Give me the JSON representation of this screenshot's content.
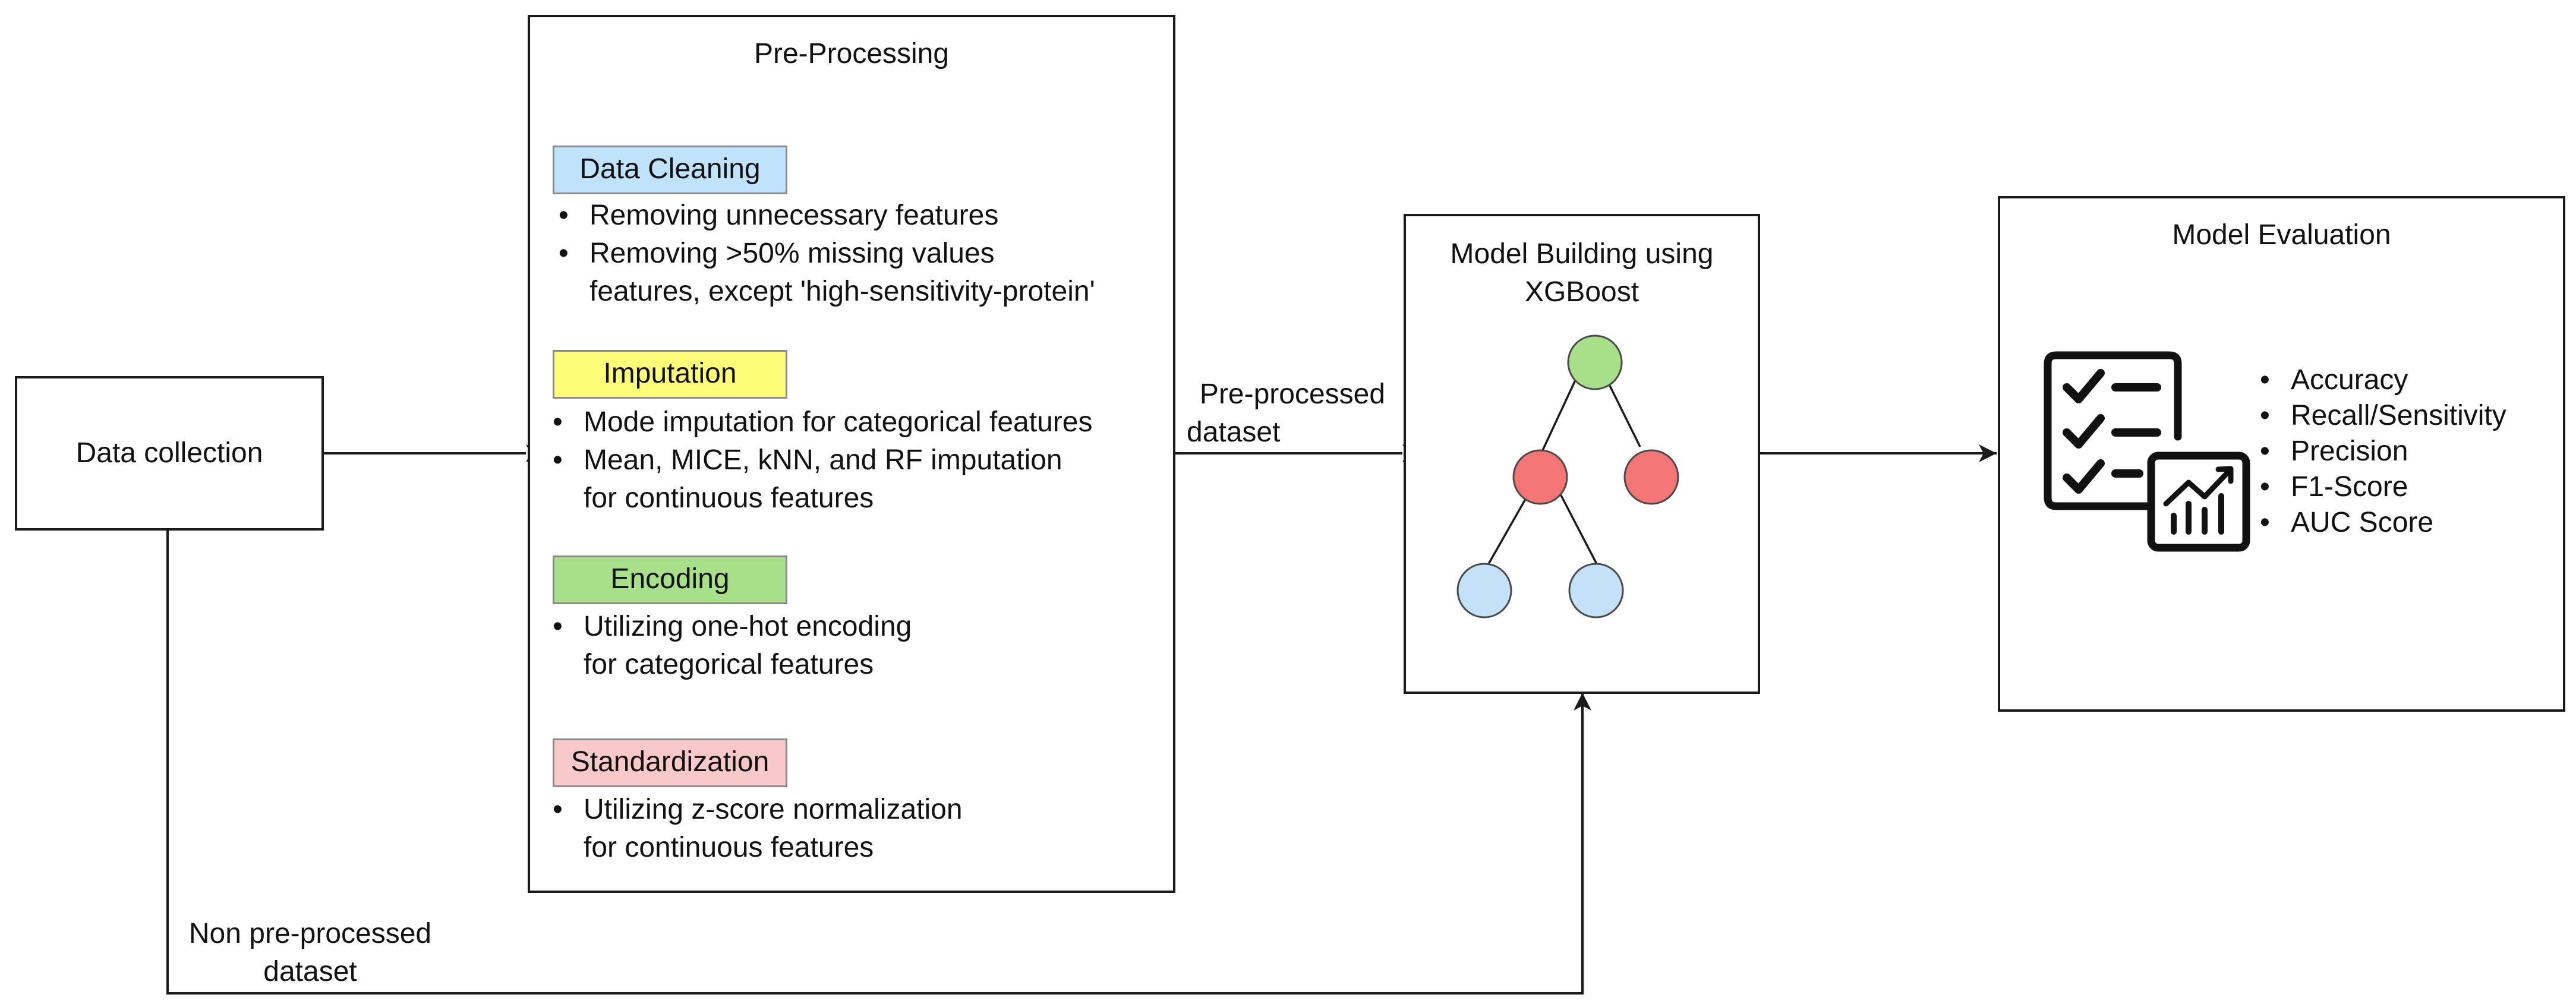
{
  "colors": {
    "data_cleaning": "#bfe3fb",
    "imputation": "#fdfd7a",
    "encoding": "#a8e08a",
    "standardization": "#f9c9c9",
    "node_root": "#a8e08a",
    "node_mid": "#f47575",
    "node_leaf": "#c3e2f8",
    "line": "#1a1a1a"
  },
  "data_collection": {
    "label": "Data collection"
  },
  "preprocessing": {
    "title": "Pre-Processing",
    "sections": [
      {
        "tag": "Data Cleaning",
        "bullets": [
          [
            "Removing unnecessary features"
          ],
          [
            "Removing >50% missing values",
            "features, except 'high-sensitivity-protein'"
          ]
        ]
      },
      {
        "tag": "Imputation",
        "bullets": [
          [
            "Mode imputation for categorical features"
          ],
          [
            "Mean, MICE, kNN, and RF imputation",
            "for continuous features"
          ]
        ]
      },
      {
        "tag": "Encoding",
        "bullets": [
          [
            "Utilizing one-hot encoding",
            "for categorical features"
          ]
        ]
      },
      {
        "tag": "Standardization",
        "bullets": [
          [
            "Utilizing z-score normalization",
            "for continuous features"
          ]
        ]
      }
    ]
  },
  "arrows": {
    "preprocessed": [
      "Pre-processed",
      "dataset"
    ],
    "non_preprocessed": [
      "Non pre-processed",
      "dataset"
    ]
  },
  "model_building": {
    "title": [
      "Model Building using",
      "XGBoost"
    ],
    "icon": "decision-tree-icon"
  },
  "model_evaluation": {
    "title": "Model Evaluation",
    "icon": "checklist-chart-icon",
    "metrics": [
      "Accuracy",
      "Recall/Sensitivity",
      "Precision",
      "F1-Score",
      "AUC Score"
    ]
  }
}
